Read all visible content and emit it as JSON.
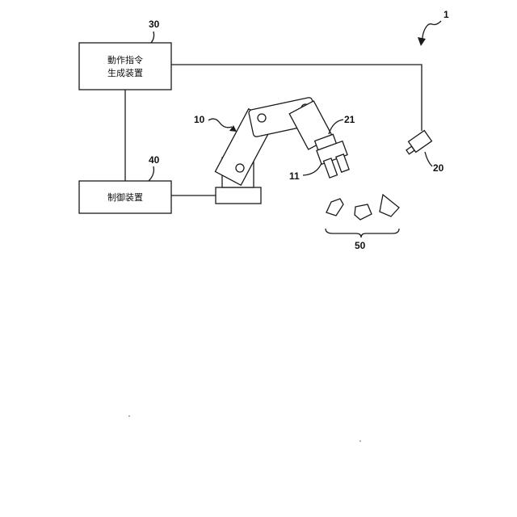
{
  "diagram": {
    "command_generator": {
      "label_line1": "動作指令",
      "label_line2": "生成装置",
      "ref": "30"
    },
    "controller": {
      "label": "制御装置",
      "ref": "40"
    },
    "robot": {
      "ref": "10"
    },
    "hand": {
      "ref": "11"
    },
    "hand_attachment": {
      "ref": "21"
    },
    "camera": {
      "ref": "20"
    },
    "workpieces": {
      "ref": "50"
    },
    "system": {
      "ref": "1"
    }
  }
}
